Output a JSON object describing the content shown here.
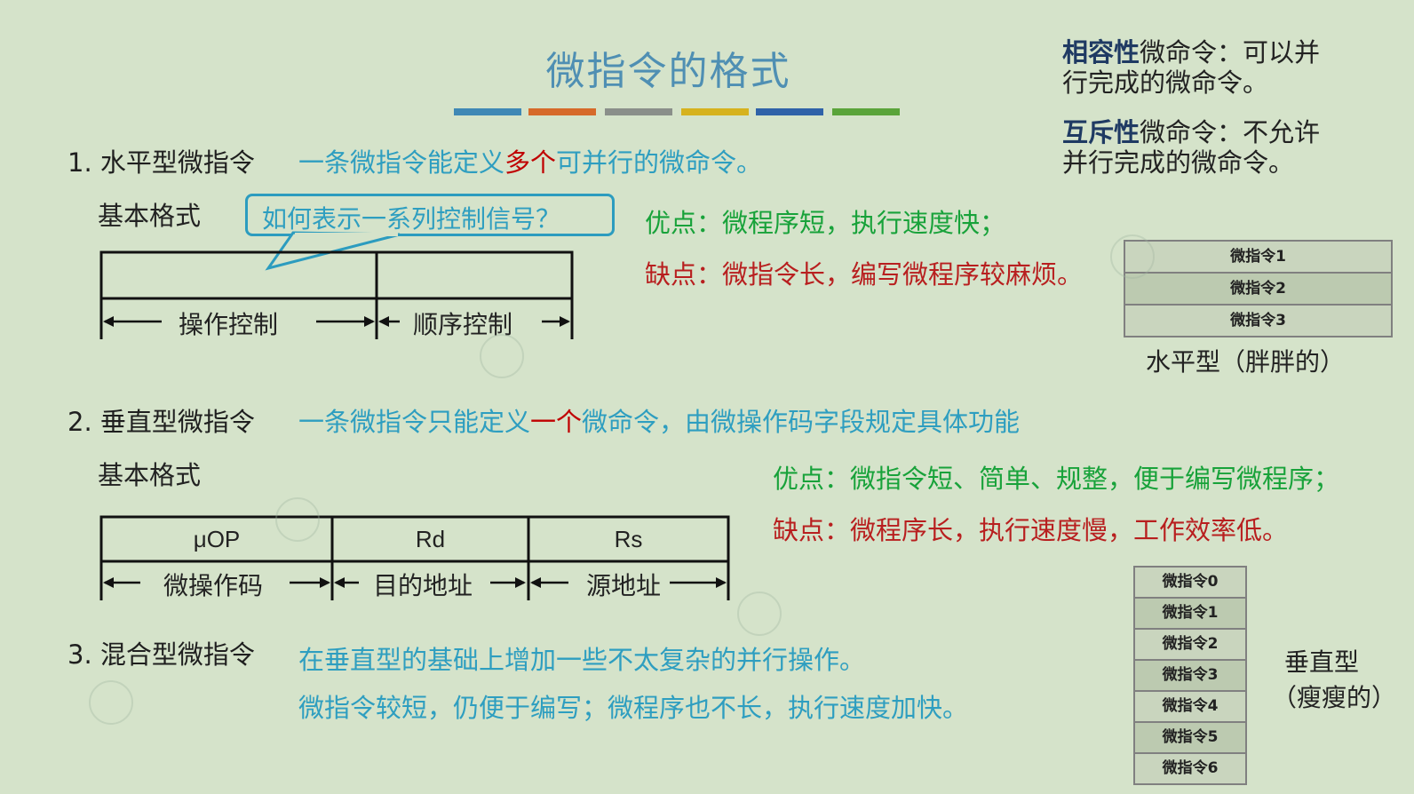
{
  "title": "微指令的格式",
  "stripe_colors": [
    "#3f88b5",
    "#d66a2a",
    "#8a8f8a",
    "#d6b21e",
    "#2f62a8",
    "#5aa43a"
  ],
  "compat": {
    "label": "相容性",
    "text_line1": "微命令：可以并",
    "text_line2": "行完成的微命令。"
  },
  "mutex": {
    "label": "互斥性",
    "text_line1": "微命令：不允许",
    "text_line2": "并行完成的微命令。"
  },
  "section1": {
    "heading": "1. 水平型微指令",
    "desc_a": "一条微指令能定义",
    "desc_b": "多个",
    "desc_c": "可并行的微命令。",
    "basic_format": "基本格式",
    "callout": "如何表示一系列控制信号？",
    "field1": "操作控制",
    "field2": "顺序控制",
    "pro": "优点：微程序短，执行速度快；",
    "con": "缺点：微指令长，编写微程序较麻烦。"
  },
  "horizontal_example": {
    "rows": [
      "微指令1",
      "微指令2",
      "微指令3"
    ],
    "caption": "水平型（胖胖的）"
  },
  "section2": {
    "heading": "2. 垂直型微指令",
    "desc_a": "一条微指令只能定义",
    "desc_b": "一个",
    "desc_c": "微命令，由微操作码字段规定具体功能",
    "basic_format": "基本格式",
    "cells": [
      "μOP",
      "Rd",
      "Rs"
    ],
    "field1": "微操作码",
    "field2": "目的地址",
    "field3": "源地址",
    "pro": "优点：微指令短、简单、规整，便于编写微程序；",
    "con": "缺点：微程序长，执行速度慢，工作效率低。"
  },
  "vertical_example": {
    "rows": [
      "微指令0",
      "微指令1",
      "微指令2",
      "微指令3",
      "微指令4",
      "微指令5",
      "微指令6"
    ],
    "caption_line1": "垂直型",
    "caption_line2": "（瘦瘦的）"
  },
  "section3": {
    "heading": "3. 混合型微指令",
    "line1": "在垂直型的基础上增加一些不太复杂的并行操作。",
    "line2": "微指令较短，仍便于编写；微程序也不长，执行速度加快。"
  }
}
